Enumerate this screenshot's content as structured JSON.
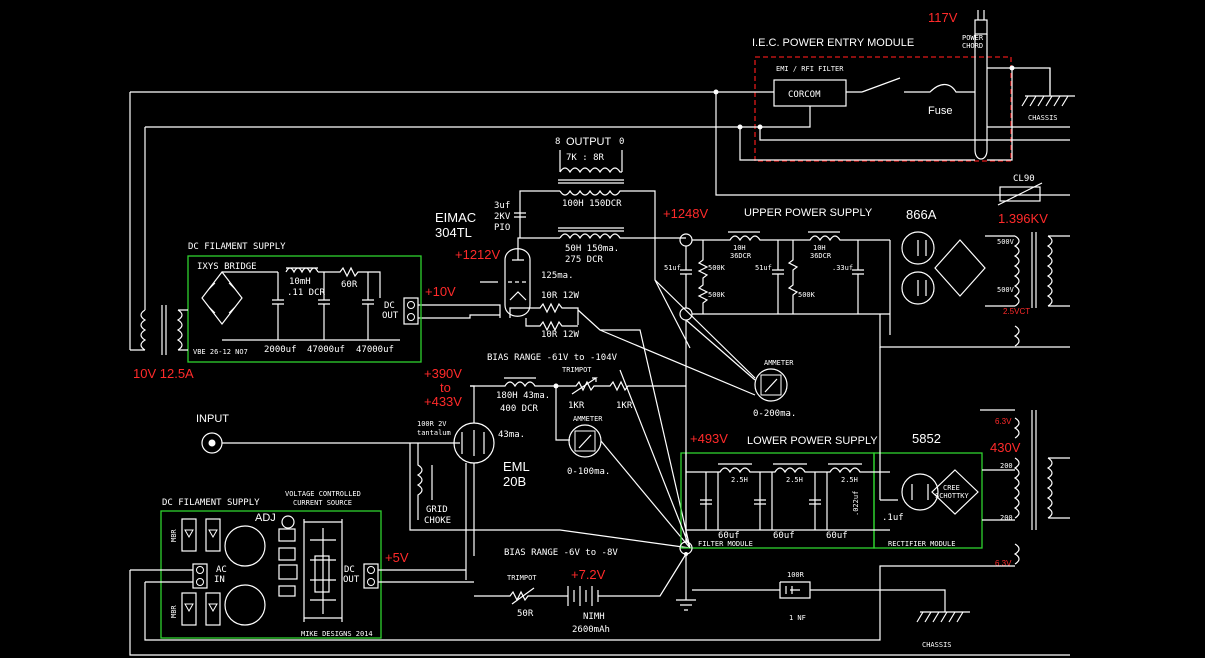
{
  "colors": {
    "background": "#000000",
    "wire": "#ffffff",
    "voltage_label": "#ff2a2a",
    "module_box": "#2fd12f",
    "iec_box": "#e01818"
  },
  "labels": {
    "mains_voltage": "117V",
    "power_cord": [
      "POWER",
      "CHORD"
    ],
    "iec_module": "I.E.C. POWER ENTRY MODULE",
    "emi_filter": "EMI / RFI FILTER",
    "corcom": "CORCOM",
    "fuse": "Fuse",
    "chassis_top": "CHASSIS",
    "chassis_bottom": "CHASSIS",
    "output": "OUTPUT",
    "output_8": "8",
    "output_0": "0",
    "output_imp": "7K : 8R",
    "output_xfmr": "100H 150DCR",
    "cap_3uf": [
      "3uf",
      "2KV",
      "PIO"
    ],
    "choke_50h": [
      "50H 150ma.",
      "275 DCR"
    ],
    "eimac": [
      "EIMAC",
      "304TL"
    ],
    "v1248": "+1248V",
    "upper_ps": "UPPER POWER SUPPLY",
    "tube_866a": "866A",
    "v1396": "1.396KV",
    "cl90": "CL90",
    "v1212": "+1212V",
    "ma125": "125ma.",
    "r10_a": "10R 12W",
    "r10_b": "10R 12W",
    "dc_fil_1": "DC FILAMENT SUPPLY",
    "ixys": "IXYS BRIDGE",
    "fil_choke": [
      "10mH",
      ".11 DCR"
    ],
    "r60": "60R",
    "dc_out": [
      "DC",
      "OUT"
    ],
    "vbe": "VBE 26-12 NO7",
    "fil_caps": [
      "2000uf",
      "47000uf",
      "47000uf"
    ],
    "v10": "+10V",
    "v10_125": "10V  12.5A",
    "up_l1": [
      "10H",
      "36DCR"
    ],
    "up_l2": [
      "10H",
      "36DCR"
    ],
    "up_caps": [
      "51uf",
      "51uf",
      ".33uf"
    ],
    "up_res": [
      "500K",
      "500K",
      "500K"
    ],
    "xfmr_taps": [
      "500V",
      "500V",
      "2.5VCT"
    ],
    "bias_range_1": "BIAS RANGE -61V to -104V",
    "v390": [
      "+390V",
      "to",
      "+433V"
    ],
    "bias_choke": [
      "180H 43ma.",
      "400 DCR"
    ],
    "trimpot_1": "TRIMPOT",
    "kr1": [
      "1KR",
      "1KR"
    ],
    "ammeter": "AMMETER",
    "range_200": "0-200ma.",
    "input": "INPUT",
    "r100_2v": [
      "100R 2V",
      "tantalum"
    ],
    "ma43": "43ma.",
    "grid_choke": [
      "GRID",
      "CHOKE"
    ],
    "eml": [
      "EML",
      "20B"
    ],
    "ammeter_2": "AMMETER",
    "range_100": "0-100ma.",
    "v493": "+493V",
    "lower_ps": "LOWER POWER SUPPLY",
    "tube_5852": "5852",
    "v430": "430V",
    "v63_a": "6.3V",
    "v63_b": "6.3V",
    "taps_200": [
      "200",
      "200"
    ],
    "low_l": [
      "2.5H",
      "2.5H",
      "2.5H"
    ],
    "low_caps": [
      "60uf",
      "60uf",
      "60uf"
    ],
    "cap_022": ".022uf",
    "cap_1uf": ".1uf",
    "filter_module": "FILTER MODULE",
    "rectifier_module": "RECTIFIER MODULE",
    "cree": [
      "CREE",
      "SCHOTTKY"
    ],
    "dc_fil_2": "DC FILAMENT SUPPLY",
    "vccs": [
      "VOLTAGE CONTROLLED",
      "CURRENT SOURCE"
    ],
    "adj": "ADJ",
    "ac_in": [
      "AC",
      "IN"
    ],
    "dc_out_2": [
      "DC",
      "OUT"
    ],
    "v5": "+5V",
    "bias_range_2": "BIAS RANGE -6V to -8V",
    "trimpot_2": "TRIMPOT",
    "r50": "50R",
    "v72": "+7.2V",
    "nimh": "NIMH",
    "mah": "2600mAh",
    "r100": "100R",
    "nf1": "1 NF",
    "board_credit": "MIKE DESIGNS 2014",
    "bridge_small": [
      "MBR",
      "MBR"
    ]
  }
}
